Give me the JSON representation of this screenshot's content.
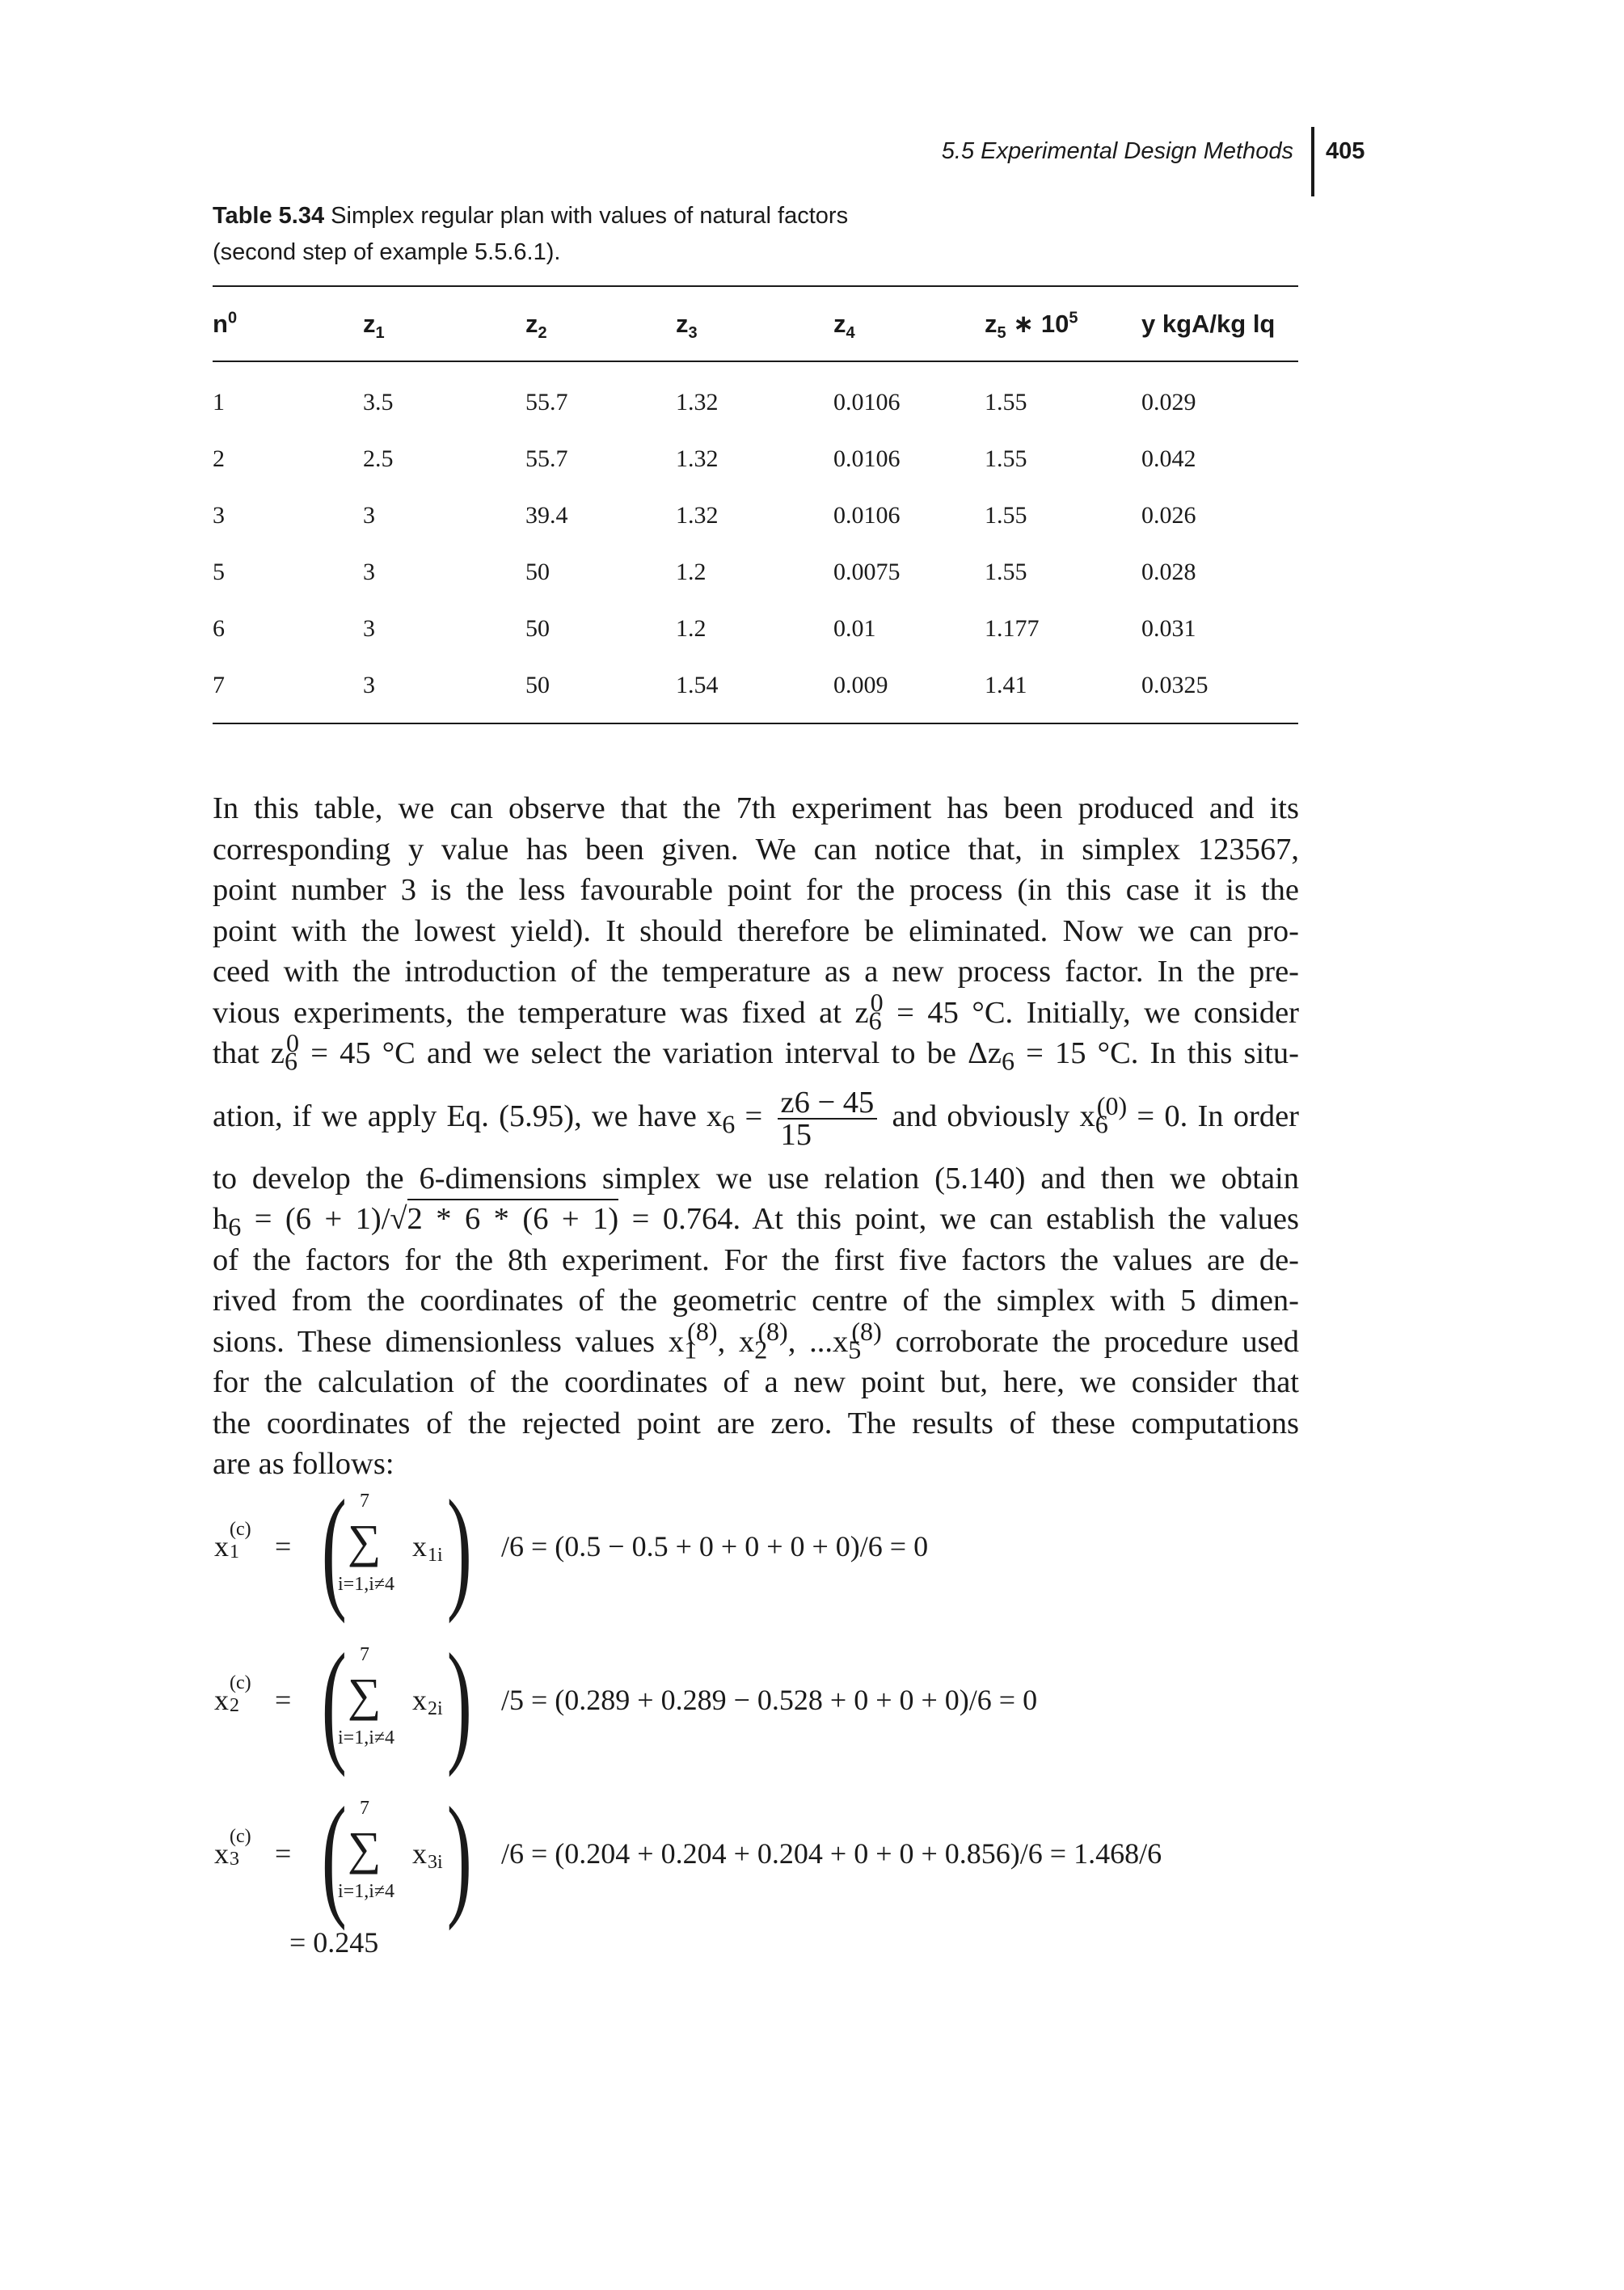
{
  "header": {
    "running_title": "5.5 Experimental Design Methods",
    "page_number": "405"
  },
  "caption": {
    "label": "Table 5.34",
    "text_line1": "Simplex regular plan with values of natural factors",
    "text_line2": "(second step of example 5.5.6.1)."
  },
  "table": {
    "columns": [
      "n0",
      "z1",
      "z2",
      "z3",
      "z4",
      "z5 * 10^5",
      "y kgA/kg lq"
    ],
    "rows": [
      [
        "1",
        "3.5",
        "55.7",
        "1.32",
        "0.0106",
        "1.55",
        "0.029"
      ],
      [
        "2",
        "2.5",
        "55.7",
        "1.32",
        "0.0106",
        "1.55",
        "0.042"
      ],
      [
        "3",
        "3",
        "39.4",
        "1.32",
        "0.0106",
        "1.55",
        "0.026"
      ],
      [
        "5",
        "3",
        "50",
        "1.2",
        "0.0075",
        "1.55",
        "0.028"
      ],
      [
        "6",
        "3",
        "50",
        "1.2",
        "0.01",
        "1.177",
        "0.031"
      ],
      [
        "7",
        "3",
        "50",
        "1.54",
        "0.009",
        "1.41",
        "0.0325"
      ]
    ]
  },
  "paragraph": {
    "line1": "In this table, we can observe that the 7th experiment has been produced and its",
    "line2": "corresponding y value has been given. We can notice that, in simplex 123567,",
    "line3": "point number 3 is the less favourable point for the process (in this case it is the",
    "line4": "point with the lowest yield). It should therefore be eliminated. Now we can pro-",
    "line5": "ceed with the introduction of the temperature as a new process factor. In the pre-",
    "line6a": "vious experiments, the temperature was fixed at z",
    "line6b": " = 45 °C. Initially, we consider",
    "line7a": "that z",
    "line7b": " = 45 °C and we select the variation interval to be Δz",
    "line7c": " = 15 °C. In this situ-",
    "line8a": "ation, if we apply Eq. (5.95), we have x",
    "line8_frac_num": "z6 − 45",
    "line8_frac_den": "15",
    "line8b": "and obviously x",
    "line8c": " = 0. In order",
    "line9": "to develop the 6-dimensions simplex we use relation (5.140) and then we obtain",
    "line10a": "h",
    "line10b": " = (6 + 1)/√",
    "line10_sqrt": "2 * 6 * (6 + 1)",
    "line10c": " = 0.764. At this point, we can establish the values",
    "line11": "of the factors for the 8th experiment. For the first five factors the values are de-",
    "line12": "rived from the coordinates of the geometric centre of the simplex with 5 dimen-",
    "line13a": "sions. These dimensionless values x",
    "line13b": ", ...x",
    "line13c": " corroborate the procedure used",
    "line14": "for the calculation of the coordinates of a new point but, here, we consider that",
    "line15": "the coordinates of the rejected point are zero. The results of these computations",
    "line16": "are as follows:"
  },
  "equations": [
    {
      "lhs": "x",
      "lhs_sub": "1",
      "lhs_sup": "(c)",
      "sum_top": "7",
      "sum_bottom": "i=1,i≠4",
      "term": "x",
      "term_sub": "1i",
      "rhs": "/6 = (0.5 − 0.5 + 0 + 0 + 0 + 0)/6 = 0"
    },
    {
      "lhs": "x",
      "lhs_sub": "2",
      "lhs_sup": "(c)",
      "sum_top": "7",
      "sum_bottom": "i=1,i≠4",
      "term": "x",
      "term_sub": "2i",
      "rhs": "/5 = (0.289 + 0.289 − 0.528 + 0 + 0 + 0)/6 = 0"
    },
    {
      "lhs": "x",
      "lhs_sub": "3",
      "lhs_sup": "(c)",
      "sum_top": "7",
      "sum_bottom": "i=1,i≠4",
      "term": "x",
      "term_sub": "3i",
      "rhs": "/6 = (0.204 + 0.204 + 0.204 + 0 + 0 + 0.856)/6 = 1.468/6"
    }
  ],
  "equation_continuation": "= 0.245"
}
